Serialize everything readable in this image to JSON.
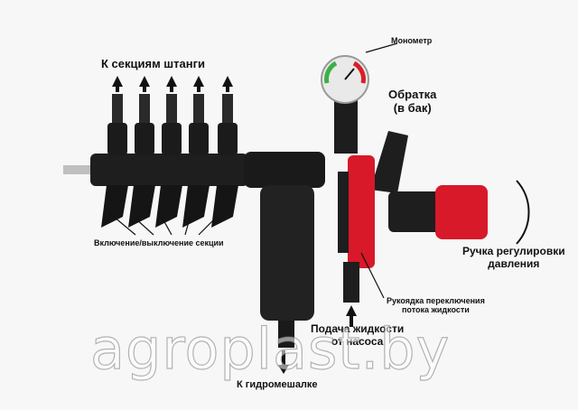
{
  "labels": {
    "boom_sections": "К секциям штанги",
    "manometer": "Монометр",
    "return_line": "Обратка",
    "return_line_sub": "(в бак)",
    "section_toggle": "Включение/выключение секции",
    "pressure_knob": "Ручка регулировки",
    "pressure_knob_sub": "давления",
    "flow_switch_handle": "Рукоядка переключения",
    "flow_switch_handle_sub": "потока жидкости",
    "pump_feed": "Подача жидкости",
    "pump_feed_sub": "от насоса",
    "hydromixer": "К гидромешалке"
  },
  "watermark": "agroplast.by",
  "colors": {
    "body_black": "#1e1e1e",
    "handle_red": "#d7192a",
    "label_text": "#111111",
    "gauge_green": "#3cb043",
    "gauge_red": "#d81f26"
  }
}
